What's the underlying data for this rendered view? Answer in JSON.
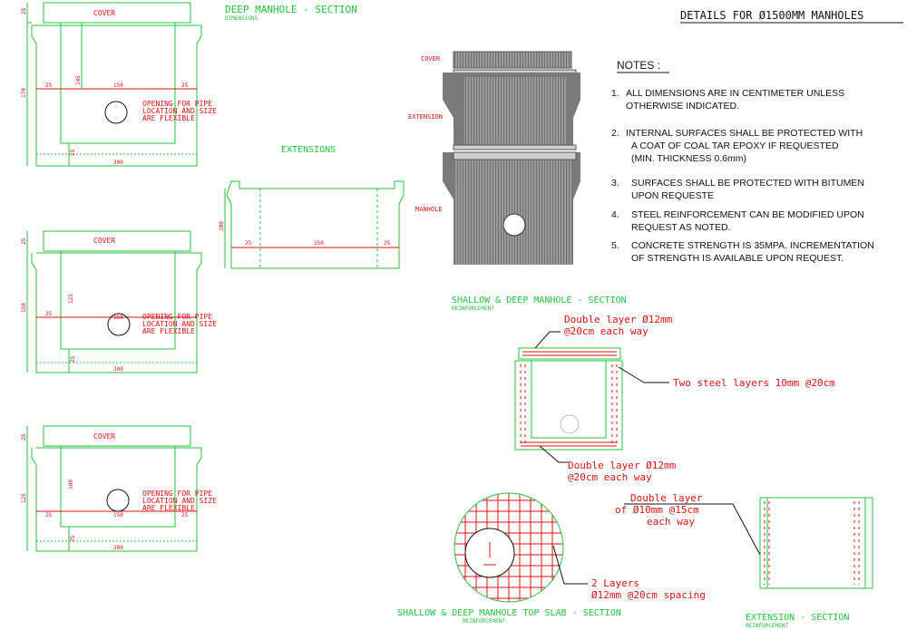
{
  "header": {
    "title": "DETAILS FOR Ø1500MM MANHOLES"
  },
  "deep_section": {
    "title": "DEEP MANHOLE - SECTION",
    "subtitle": "DIMENSIONS",
    "cover": "COVER",
    "dims": {
      "top": "25",
      "height": "170",
      "inner_h": "145",
      "left_wall": "25",
      "inner_w": "150",
      "right_wall": "25",
      "bottom": "25",
      "width": "200"
    },
    "pipe_note": [
      "OPENING FOR PIPE",
      "LOCATION AND SIZE",
      "ARE FLEXIBLE"
    ]
  },
  "mid_section": {
    "cover": "COVER",
    "dims": {
      "top": "25",
      "height": "150",
      "inner_h": "125",
      "left_wall": "25",
      "inner_w": "150",
      "bottom": "25",
      "width": "200"
    },
    "pipe_note": [
      "OPENING FOR PIPE",
      "LOCATION AND SIZE",
      "ARE FLEXIBLE"
    ]
  },
  "shallow_section": {
    "cover": "COVER",
    "dims": {
      "top": "25",
      "height": "125",
      "inner_h": "100",
      "left_wall": "25",
      "inner_w": "150",
      "right_wall": "25",
      "bottom": "25",
      "width": "200"
    },
    "pipe_note": [
      "OPENING FOR PIPE",
      "LOCATION AND SIZE",
      "ARE FLEXIBLE"
    ]
  },
  "extensions": {
    "title": "EXTENSIONS",
    "dims": {
      "height": "100",
      "left": "25",
      "middle": "150",
      "right": "25"
    }
  },
  "render3d": {
    "cover": "COVER",
    "extension": "EXTENSION",
    "manhole": "MANHOLE"
  },
  "notes": {
    "title": "NOTES :",
    "items": [
      {
        "num": "1.",
        "lines": [
          "ALL DIMENSIONS ARE IN CENTIMETER UNLESS",
          "OTHERWISE INDICATED."
        ]
      },
      {
        "num": "2.",
        "lines": [
          "INTERNAL SURFACES SHALL BE PROTECTED WITH",
          "A COAT OF COAL TAR EPOXY IF REQUESTED",
          "(MIN. THICKNESS 0.6mm)"
        ]
      },
      {
        "num": "3.",
        "lines": [
          "SURFACES SHALL BE PROTECTED WITH BITUMEN",
          "UPON REQUESTE"
        ]
      },
      {
        "num": "4.",
        "lines": [
          "STEEL REINFORCEMENT CAN BE MODIFIED UPON",
          "REQUEST AS NOTED."
        ]
      },
      {
        "num": "5.",
        "lines": [
          "CONCRETE STRENGTH IS 35MPA. INCREMENTATION",
          "OF STRENGTH IS AVAILABLE UPON REQUEST."
        ]
      }
    ]
  },
  "reinforcement": {
    "title": "SHALLOW & DEEP MANHOLE - SECTION",
    "subtitle": "REINFORCEMENT",
    "top_label": [
      "Double layer Ø12mm",
      "@20cm each way"
    ],
    "side_label": "Two steel layers 10mm @20cm",
    "bottom_label": [
      "Double layer Ø12mm",
      "@20cm each way"
    ]
  },
  "top_slab": {
    "title": "SHALLOW & DEEP MANHOLE TOP SLAB - SECTION",
    "subtitle": "REINFORCEMENT",
    "label": [
      "2 Layers",
      "Ø12mm @20cm spacing"
    ]
  },
  "extension_section": {
    "title": "EXTENSION - SECTION",
    "subtitle": "REINFORCEMENT",
    "label": [
      "Double layer",
      "of Ø10mm @15cm",
      "each way"
    ]
  }
}
